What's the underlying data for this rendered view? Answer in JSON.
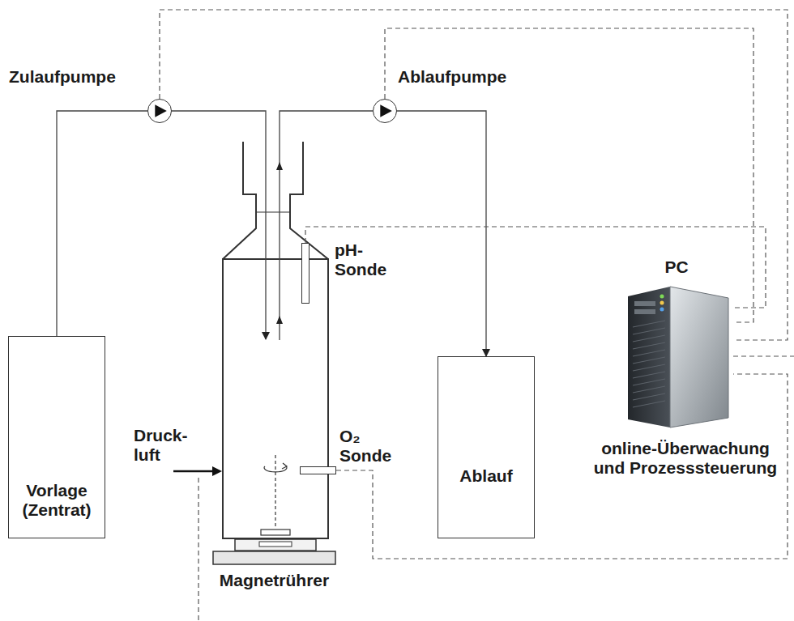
{
  "diagram": {
    "nodes": [
      {
        "text": [
          "Zulaufpumpe"
        ]
      },
      {
        "text": [
          "Ablaufpumpe"
        ]
      },
      {
        "text": [
          "pH- Sonde"
        ]
      },
      {
        "text": [
          "PC",
          "online-Überwachung und Prozesssteuerung"
        ]
      },
      {
        "text": [
          "Vorlage (Zentrat)"
        ]
      },
      {
        "text": [
          "Ablauf"
        ]
      },
      {
        "text": [
          "O₂ Sonde"
        ]
      },
      {
        "text": [
          "Magnetrührer"
        ]
      }
    ],
    "edges": [
      {
        "from": 4,
        "to": 0,
        "arrow": "none"
      },
      {
        "from": 1,
        "to": 5,
        "arrow": "to"
      },
      {
        "from": 0,
        "to": 3,
        "arrow": "none"
      },
      {
        "from": 1,
        "to": 3,
        "arrow": "none"
      },
      {
        "from": 2,
        "to": 3,
        "arrow": "none"
      },
      {
        "from": 6,
        "to": 3,
        "arrow": "none"
      }
    ],
    "labels": [
      "Druck- luft"
    ]
  }
}
